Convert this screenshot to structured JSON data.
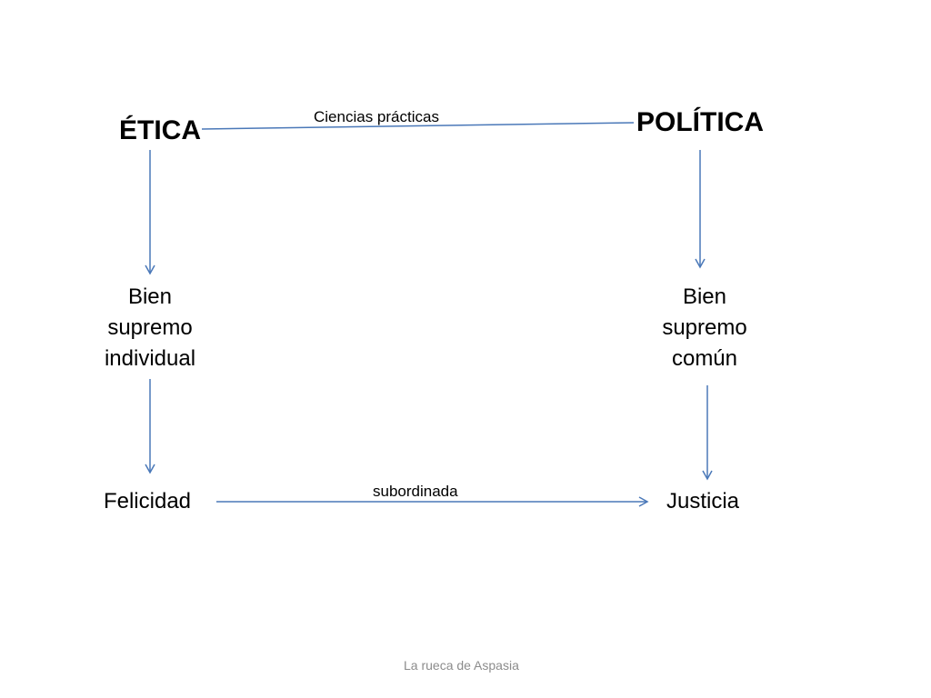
{
  "nodes": {
    "etica": "ÉTICA",
    "politica": "POLÍTICA",
    "bien_individual": [
      "Bien",
      "supremo",
      "individual"
    ],
    "bien_comun": [
      "Bien",
      "supremo",
      "común"
    ],
    "felicidad": "Felicidad",
    "justicia": "Justicia"
  },
  "edges": {
    "etica_politica": "Ciencias prácticas",
    "felicidad_justicia": "subordinada"
  },
  "footer": "La rueca de Aspasia",
  "colors": {
    "connector": "#4a78b8",
    "text": "#000000",
    "footer": "#8c8c8c"
  }
}
